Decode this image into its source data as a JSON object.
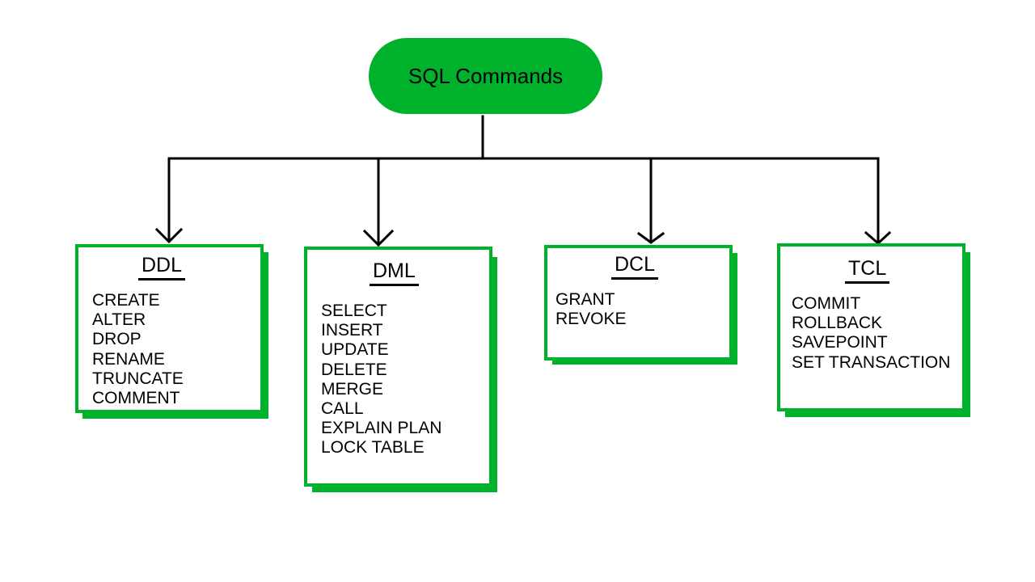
{
  "colors": {
    "accent": "#00b22b",
    "line": "#000000"
  },
  "root": {
    "label": "SQL Commands"
  },
  "categories": [
    {
      "id": "ddl",
      "title": "DDL",
      "commands": [
        "CREATE",
        "ALTER",
        "DROP",
        "RENAME",
        "TRUNCATE",
        "COMMENT"
      ]
    },
    {
      "id": "dml",
      "title": "DML",
      "commands": [
        "SELECT",
        "INSERT",
        "UPDATE",
        "DELETE",
        "MERGE",
        "CALL",
        "EXPLAIN PLAN",
        "LOCK TABLE"
      ]
    },
    {
      "id": "dcl",
      "title": "DCL",
      "commands": [
        "GRANT",
        "REVOKE"
      ]
    },
    {
      "id": "tcl",
      "title": "TCL",
      "commands": [
        "COMMIT",
        "ROLLBACK",
        "SAVEPOINT",
        "SET TRANSACTION"
      ]
    }
  ]
}
